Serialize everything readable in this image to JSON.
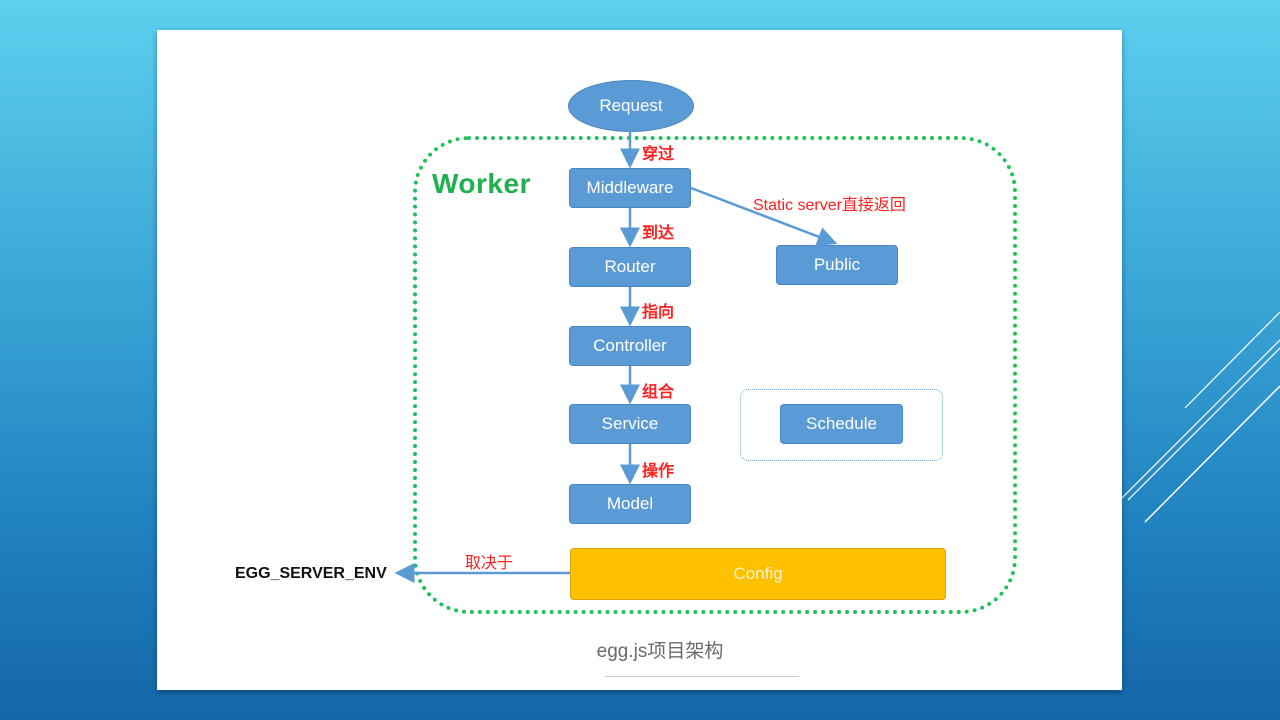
{
  "diagram": {
    "request": "Request",
    "worker_title": "Worker",
    "nodes": {
      "middleware": "Middleware",
      "router": "Router",
      "controller": "Controller",
      "service": "Service",
      "model": "Model",
      "public": "Public",
      "schedule": "Schedule",
      "config": "Config"
    },
    "edges": {
      "request_to_middleware": "穿过",
      "middleware_to_router": "到达",
      "router_to_controller": "指向",
      "controller_to_service": "组合",
      "service_to_model": "操作",
      "middleware_to_public": "Static server直接返回",
      "config_to_env": "取决于"
    },
    "env_label": "EGG_SERVER_ENV",
    "caption": "egg.js项目架构"
  },
  "colors": {
    "node_fill": "#5b9bd5",
    "worker_border": "#22c05a",
    "config_fill": "#ffc000",
    "edge_label": "#ff2020"
  }
}
